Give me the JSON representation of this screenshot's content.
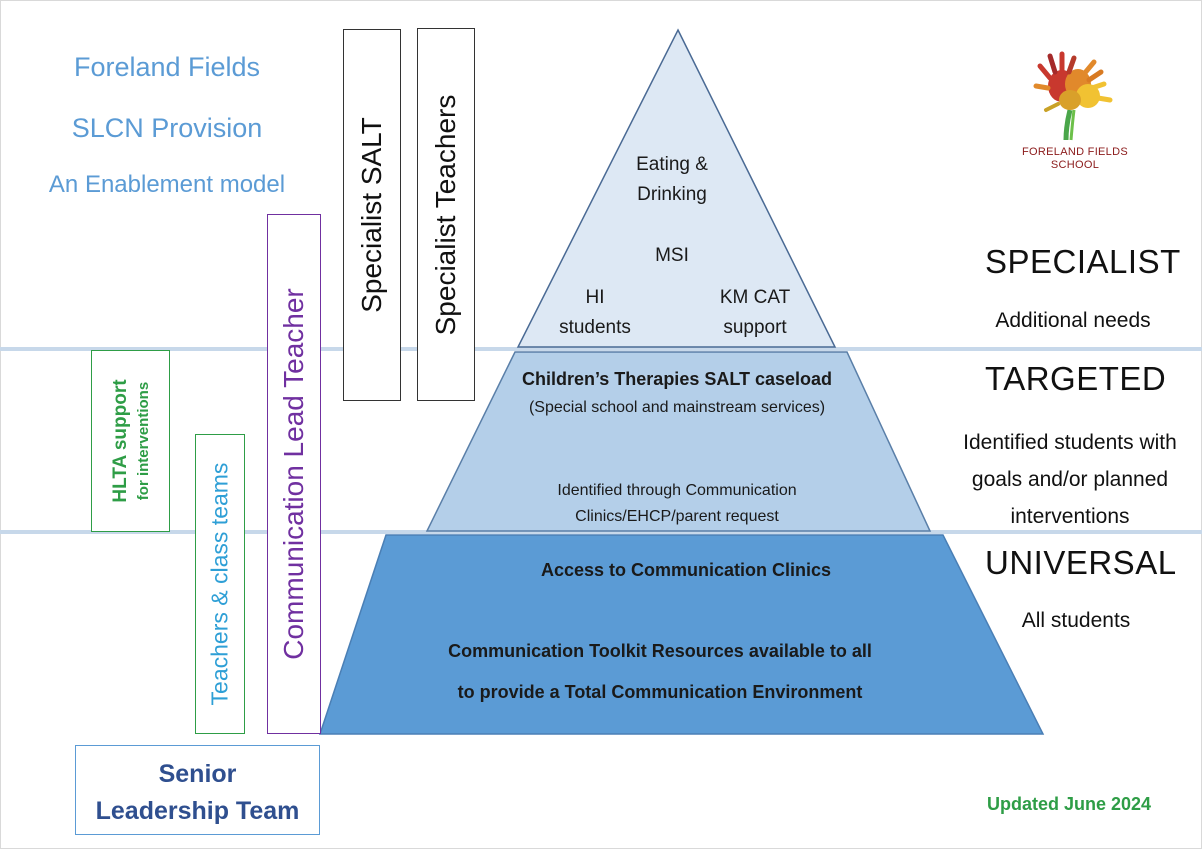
{
  "header": {
    "line1": "Foreland Fields",
    "line2": "SLCN Provision",
    "line3": "An Enablement model"
  },
  "colors": {
    "title_blue": "#5b9bd5",
    "specialist_fill": "#dde8f4",
    "targeted_fill": "#b4cfe9",
    "universal_fill": "#5b9bd5",
    "divider": "#c7d8ea",
    "slt_border": "#4472c4",
    "comm_lead_purple": "#7030a0",
    "teachers_blue": "#2e9fd6",
    "hlta_green": "#2e9d46",
    "updated_green": "#2e9d46",
    "slt_text": "#2f4f8f"
  },
  "side_boxes": {
    "specialist_salt": "Specialist SALT",
    "specialist_teachers": "Specialist Teachers",
    "comm_lead": "Communication Lead Teacher",
    "teachers_class": "Teachers & class teams",
    "hlta_main": "HLTA support",
    "hlta_sub": "for interventions",
    "slt_line1": "Senior",
    "slt_line2": "Leadership Team"
  },
  "pyramid": {
    "specialist": {
      "eating_1": "Eating &",
      "eating_2": "Drinking",
      "msi": "MSI",
      "hi_1": "HI",
      "hi_2": "students",
      "km_1": "KM CAT",
      "km_2": "support"
    },
    "targeted": {
      "title": "Children’s Therapies SALT caseload",
      "subtitle": "(Special school and mainstream services)",
      "ident_1": "Identified through Communication",
      "ident_2": "Clinics/EHCP/parent request"
    },
    "universal": {
      "access": "Access to Communication Clinics",
      "toolkit_1": "Communication Toolkit Resources available to all",
      "toolkit_2": "to provide a Total Communication Environment"
    }
  },
  "levels": {
    "specialist": {
      "name": "SPECIALIST",
      "desc": "Additional needs"
    },
    "targeted": {
      "name": "TARGETED",
      "desc_1": "Identified students with",
      "desc_2": "goals and/or planned",
      "desc_3": "interventions"
    },
    "universal": {
      "name": "UNIVERSAL",
      "desc": "All students"
    }
  },
  "logo": {
    "icon": "handprint-logo-icon",
    "line1": "FORELAND FIELDS",
    "line2": "SCHOOL"
  },
  "footer": {
    "updated": "Updated June 2024"
  }
}
